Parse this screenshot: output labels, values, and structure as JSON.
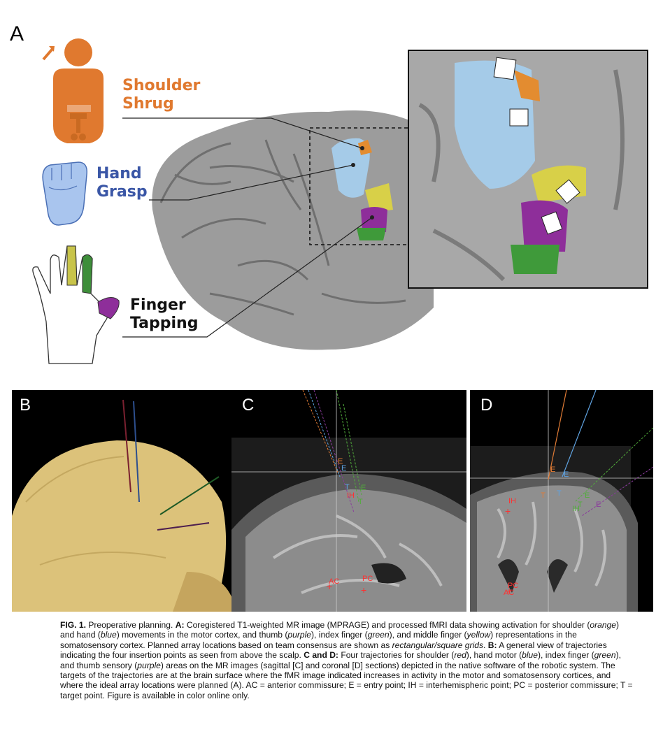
{
  "panelA": {
    "letter": "A",
    "labels": {
      "shoulder_line1": "Shoulder",
      "shoulder_line2": "Shrug",
      "hand_line1": "Hand",
      "hand_line2": "Grasp",
      "finger_line1": "Finger",
      "finger_line2": "Tapping"
    }
  },
  "panelB": {
    "letter": "B"
  },
  "panelC": {
    "letter": "C",
    "markers": {
      "e1": "E",
      "e2": "E",
      "t1": "T",
      "t2": "T",
      "ih": "IH",
      "c1": "E",
      "ac": "AC",
      "pc": "PC"
    }
  },
  "panelD": {
    "letter": "D",
    "markers": {
      "e1": "E",
      "e2": "E",
      "t1": "T",
      "t2": "T",
      "ih": "IH",
      "tt": "T",
      "e3": "E",
      "e4": "E",
      "ih2": "IH",
      "pc": "PC",
      "ac": "AC"
    }
  },
  "caption": {
    "fig": "FIG. 1.",
    "s1": " Preoperative planning. ",
    "a_lbl": "A:",
    "a1": " Coregistered T1-weighted MR image (MPRAGE) and processed fMRI data showing activation for shoulder (",
    "orange": "orange",
    "a2": ") and hand (",
    "blue": "blue",
    "a3": ") movements in the motor cortex, and thumb (",
    "purple": "purple",
    "a4": "), index finger (",
    "green": "green",
    "a5": "), and middle finger (",
    "yellow": "yellow",
    "a6": ") representations in the somatosensory cortex. Planned array locations based on team consensus are shown as ",
    "rect": "rectangular/square grids",
    "a7": ". ",
    "b_lbl": "B:",
    "b1": " A general view of trajectories indicating the four insertion points as seen from above the scalp. ",
    "cd_lbl": "C and D:",
    "cd1": " Four trajectories for shoulder (",
    "red": "red",
    "cd2": "), hand motor (",
    "blue2": "blue",
    "cd3": "), index finger (",
    "green2": "green",
    "cd4": "), and thumb sensory (",
    "purple2": "purple",
    "cd5": ") areas on the MR images (sagittal [C] and coronal [D] sections) depicted in the native software of the robotic system. The targets of the trajectories are at the brain surface where the fMR image indicated increases in activity in the motor and somatosensory cortices, and where the ideal array locations were planned (A). AC = anterior commissure; E = entry point; IH = interhemispheric point; PC = posterior commissure; T = target point. Figure is available in color online only."
  }
}
